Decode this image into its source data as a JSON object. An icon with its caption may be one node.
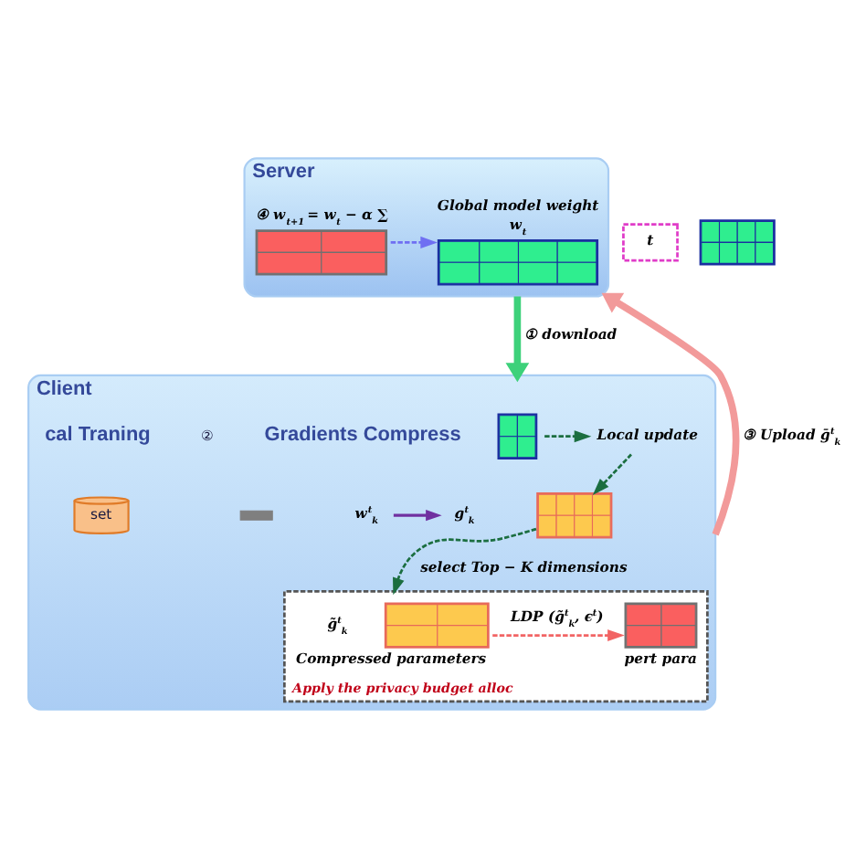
{
  "diagram": {
    "nodes": [
      {
        "text": [
          "Server"
        ]
      },
      {
        "text": [
          "Global model weight",
          "w$_{t}$"
        ],
        "in": 0
      },
      {
        "text": [
          "④ w$_{t+1}$ = w$_{t}$ − α ∑"
        ],
        "in": 0
      },
      {
        "text": [
          "t"
        ]
      },
      {
        "text": [],
        "shape": "grid"
      },
      {
        "text": [
          "Client"
        ]
      },
      {
        "text": [
          "set"
        ],
        "in": 5
      },
      {
        "text": [],
        "shape": "bar",
        "in": 5
      },
      {
        "text": [],
        "shape": "grid",
        "in": 5
      },
      {
        "text": [
          "w$^{t}$$_{k}$"
        ],
        "in": 5
      },
      {
        "text": [
          "g$^{t}$$_{k}$"
        ],
        "in": 5
      },
      {
        "text": [],
        "shape": "grid",
        "in": 5
      },
      {
        "text": [
          "Local update"
        ],
        "in": 5
      },
      {
        "text": [
          "Apply the privacy budget alloc"
        ],
        "in": 5
      },
      {
        "text": [
          "g̃$^{t}$$_{k}$",
          "Compressed parameters"
        ],
        "in": 13
      },
      {
        "text": [
          "pert para"
        ],
        "in": 13
      }
    ],
    "edges": [
      {
        "from": 2,
        "to": 1,
        "arrow": "to",
        "style": "dashed",
        "color": "#6f6ff2"
      },
      {
        "from": 0,
        "to": 5,
        "arrow": "to",
        "label": "① download",
        "style": "thick",
        "color": "#3dd17a"
      },
      {
        "from": 5,
        "to": 0,
        "arrow": "to",
        "label": "③ Upload ḡ$^{t}$$_{k}$",
        "style": "thick",
        "color": "#f29a9a"
      },
      {
        "from": 9,
        "to": 10,
        "arrow": "to",
        "color": "#7030a0"
      },
      {
        "from": 11,
        "to": 13,
        "arrow": "to",
        "label": "select Top − K dimensions",
        "style": "dashed"
      },
      {
        "from": 14,
        "to": 15,
        "arrow": "to",
        "label": "LDP (g̃$^{t}$$_{k}$, ϵ$^{t}$)",
        "style": "dashed",
        "color": "#f26464"
      },
      {
        "from": 8,
        "to": 12,
        "arrow": "to",
        "style": "dashed"
      },
      {
        "from": 12,
        "to": 11,
        "arrow": "to",
        "style": "dashed"
      }
    ],
    "labels": [
      "cal Traning",
      "②",
      "Gradients Compress"
    ]
  }
}
